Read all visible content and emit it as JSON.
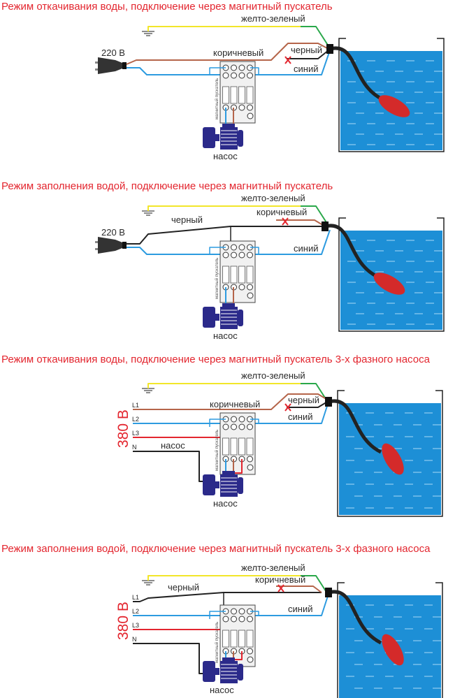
{
  "panels": [
    {
      "title": "Режим откачивания воды, подключение через магнитный пускатель",
      "mode": "pump-out",
      "phases": 1,
      "ground_wire": "желто-зеленый",
      "supply": "220 В",
      "wire_contactor": "коричневый",
      "wire_cut": "черный",
      "wire_neutral": "синий",
      "contactor": "магнитный пускатель",
      "motor": "насос"
    },
    {
      "title": "Режим заполнения водой, подключение через магнитный пускатель",
      "mode": "fill",
      "phases": 1,
      "ground_wire": "желто-зеленый",
      "supply": "220 В",
      "wire_contactor": "черный",
      "wire_cut": "коричневый",
      "wire_neutral": "синий",
      "contactor": "магнитный пускатель",
      "motor": "насос"
    },
    {
      "title": "Режим откачивания воды, подключение через магнитный пускатель 3-х фазного насоса",
      "mode": "pump-out",
      "phases": 3,
      "ground_wire": "желто-зеленый",
      "supply": "380 В",
      "lines": [
        "L1",
        "L2",
        "L3",
        "N"
      ],
      "wire_contactor": "коричневый",
      "wire_cut": "черный",
      "wire_neutral": "синий",
      "contactor": "магнитный пускатель",
      "motor": "насос"
    },
    {
      "title": "Режим заполнения водой, подключение через магнитный пускатель 3-х фазного насоса",
      "mode": "fill",
      "phases": 3,
      "ground_wire": "желто-зеленый",
      "supply": "380 В",
      "lines": [
        "L1",
        "L2",
        "L3",
        "N"
      ],
      "wire_contactor": "черный",
      "wire_cut": "коричневый",
      "wire_neutral": "синий",
      "contactor": "магнитный пускатель",
      "motor": "насос"
    }
  ],
  "colors": {
    "title": "#e3262f",
    "brown": "#b5654a",
    "blue": "#2d9be0",
    "black": "#222222",
    "yellow": "#f2e62a",
    "green": "#2aa84a",
    "red": "#e3262f",
    "water": "#1d8fd6",
    "motor": "#2b2a8a",
    "float": "#d42a2a"
  },
  "icons": [
    "ground-icon",
    "plug-icon",
    "contactor-icon",
    "motor-icon",
    "float-switch-icon",
    "tank-icon",
    "cut-mark-icon"
  ]
}
